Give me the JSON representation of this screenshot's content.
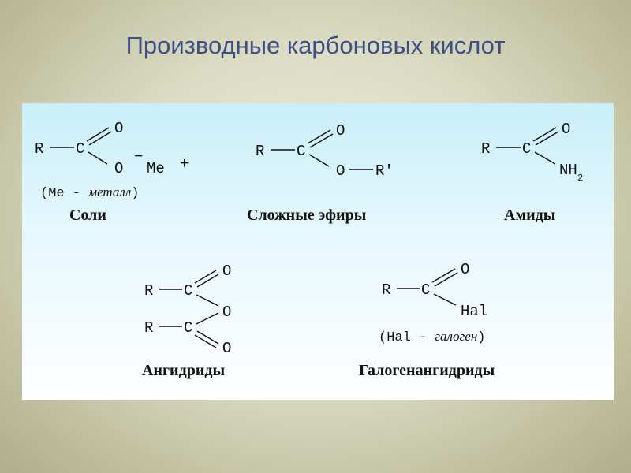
{
  "title": "Производные карбоновых кислот",
  "atoms": {
    "R": "R",
    "C": "C",
    "O": "O",
    "Me": "Me",
    "plus": "+",
    "minus": "−",
    "R_prime": "R'",
    "NH": "NH",
    "sub_2": "2",
    "Hal": "Hal"
  },
  "compounds": {
    "salts": {
      "name": "Соли",
      "note_prefix": "(Me - ",
      "note_word": "металл",
      "note_suffix": ")"
    },
    "esters": {
      "name": "Сложные эфиры"
    },
    "amides": {
      "name": "Амиды"
    },
    "anhydrides": {
      "name": "Ангидриды"
    },
    "acyl_halides": {
      "name": "Галогенангидриды",
      "note_prefix": "(Hal - ",
      "note_word": "галоген",
      "note_suffix": ")"
    }
  }
}
